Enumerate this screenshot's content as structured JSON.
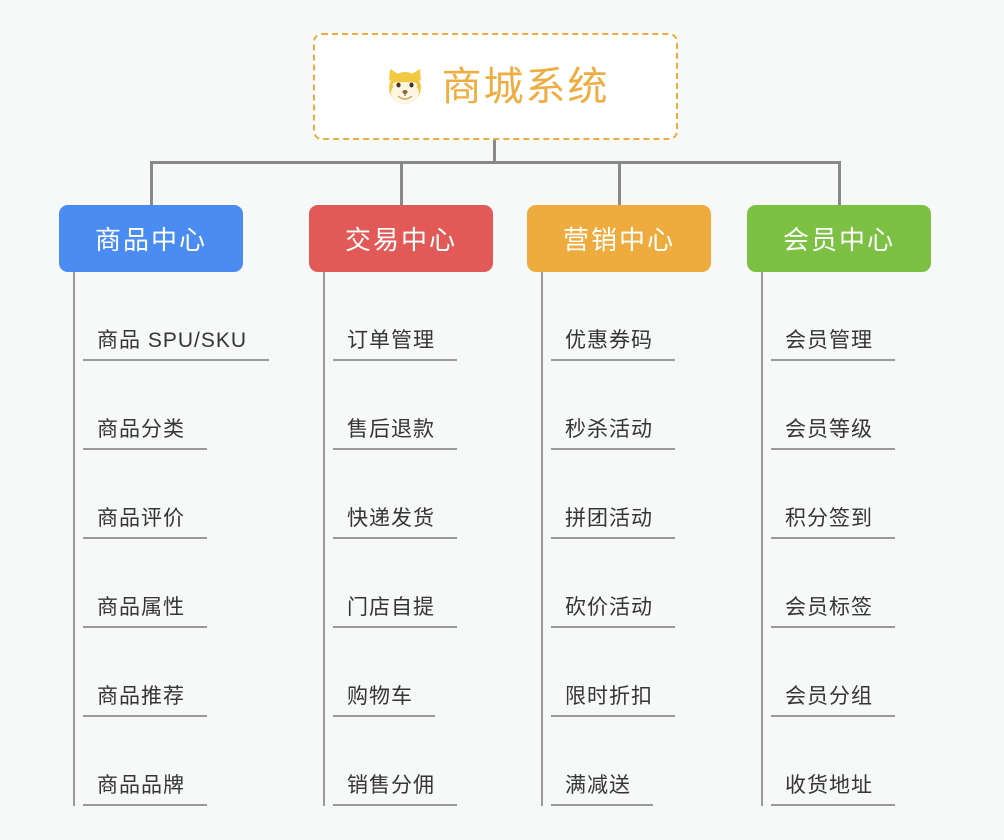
{
  "diagram": {
    "type": "org-chart",
    "background_color": "#f7f8f8",
    "connector_color": "#898989",
    "leaf_line_color": "#9a9a9a",
    "root": {
      "title": "商城系统",
      "icon": "shiba-dog-face-icon",
      "border_color": "#eeab3e",
      "text_color": "#efad41",
      "background_color": "#ffffff"
    },
    "categories": [
      {
        "label": "商品中心",
        "color": "#4a8cf2",
        "items": [
          "商品 SPU/SKU",
          "商品分类",
          "商品评价",
          "商品属性",
          "商品推荐",
          "商品品牌"
        ]
      },
      {
        "label": "交易中心",
        "color": "#e15a57",
        "items": [
          "订单管理",
          "售后退款",
          "快递发货",
          "门店自提",
          "购物车",
          "销售分佣"
        ]
      },
      {
        "label": "营销中心",
        "color": "#eeab3e",
        "items": [
          "优惠券码",
          "秒杀活动",
          "拼团活动",
          "砍价活动",
          "限时折扣",
          "满减送"
        ]
      },
      {
        "label": "会员中心",
        "color": "#7cc143",
        "items": [
          "会员管理",
          "会员等级",
          "积分签到",
          "会员标签",
          "会员分组",
          "收货地址"
        ]
      }
    ]
  }
}
